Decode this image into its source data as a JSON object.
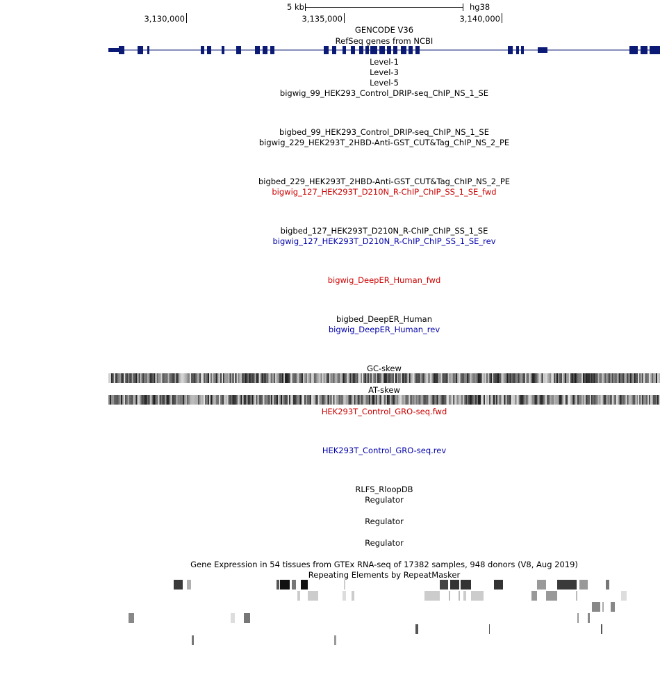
{
  "ruler": {
    "scale_text": "5 kb",
    "assembly": "hg38",
    "ticks": [
      "3,130,000",
      "3,135,000",
      "3,140,000"
    ]
  },
  "tracks": [
    {
      "label": "GENCODE V36",
      "color": "black"
    },
    {
      "label": "RefSeq genes from NCBI",
      "color": "black"
    },
    {
      "label": "Level-1",
      "color": "black"
    },
    {
      "label": "Level-3",
      "color": "black"
    },
    {
      "label": "Level-5",
      "color": "black"
    },
    {
      "label": "bigwig_99_HEK293_Control_DRIP-seq_ChIP_NS_1_SE",
      "color": "black"
    },
    {
      "label": "bigbed_99_HEK293_Control_DRIP-seq_ChIP_NS_1_SE",
      "color": "black"
    },
    {
      "label": "bigwig_229_HEK293T_2HBD-Anti-GST_CUT&Tag_ChIP_NS_2_PE",
      "color": "black"
    },
    {
      "label": "bigbed_229_HEK293T_2HBD-Anti-GST_CUT&Tag_ChIP_NS_2_PE",
      "color": "black"
    },
    {
      "label": "bigwig_127_HEK293T_D210N_R-ChIP_ChIP_SS_1_SE_fwd",
      "color": "red"
    },
    {
      "label": "bigbed_127_HEK293T_D210N_R-ChIP_ChIP_SS_1_SE",
      "color": "black"
    },
    {
      "label": "bigwig_127_HEK293T_D210N_R-ChIP_ChIP_SS_1_SE_rev",
      "color": "blue"
    },
    {
      "label": "bigwig_DeepER_Human_fwd",
      "color": "red"
    },
    {
      "label": "bigbed_DeepER_Human",
      "color": "black"
    },
    {
      "label": "bigwig_DeepER_Human_rev",
      "color": "blue"
    },
    {
      "label": "GC-skew",
      "color": "black"
    },
    {
      "label": "AT-skew",
      "color": "black"
    },
    {
      "label": "HEK293T_Control_GRO-seq.fwd",
      "color": "red"
    },
    {
      "label": "HEK293T_Control_GRO-seq.rev",
      "color": "blue"
    },
    {
      "label": "RLFS_RloopDB",
      "color": "black"
    },
    {
      "label": "Regulator",
      "color": "black"
    },
    {
      "label": "Regulator",
      "color": "black"
    },
    {
      "label": "Regulator",
      "color": "black"
    },
    {
      "label": "Gene Expression in 54 tissues from GTEx RNA-seq of 17382 samples, 948 donors (V8, Aug 2019)",
      "color": "black"
    },
    {
      "label": "Repeating Elements by RepeatMasker",
      "color": "black"
    }
  ],
  "colors": {
    "gene": "#0b1a75",
    "red_label": "#cc0000",
    "blue_label": "#0000aa"
  }
}
